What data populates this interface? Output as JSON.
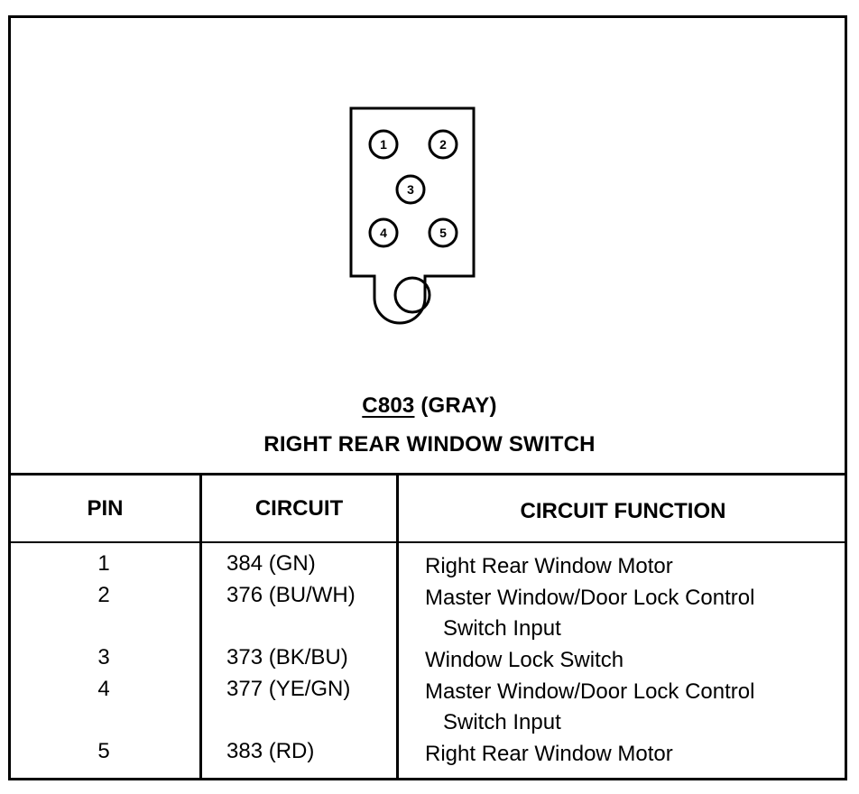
{
  "connector": {
    "id": "C803",
    "color": "(GRAY)",
    "name": "RIGHT REAR WINDOW SWITCH",
    "pins": [
      "1",
      "2",
      "3",
      "4",
      "5"
    ]
  },
  "table": {
    "headers": {
      "pin": "PIN",
      "circuit": "CIRCUIT",
      "function": "CIRCUIT FUNCTION"
    },
    "rows": [
      {
        "pin": "1",
        "circuit": "384 (GN)",
        "function": [
          "Right Rear Window Motor"
        ]
      },
      {
        "pin": "2",
        "circuit": "376 (BU/WH)",
        "function": [
          "Master Window/Door Lock Control",
          "Switch Input"
        ]
      },
      {
        "pin": "3",
        "circuit": "373 (BK/BU)",
        "function": [
          "Window Lock Switch"
        ]
      },
      {
        "pin": "4",
        "circuit": "377 (YE/GN)",
        "function": [
          "Master Window/Door Lock Control",
          "Switch Input"
        ]
      },
      {
        "pin": "5",
        "circuit": "383 (RD)",
        "function": [
          "Right Rear Window Motor"
        ]
      }
    ]
  }
}
